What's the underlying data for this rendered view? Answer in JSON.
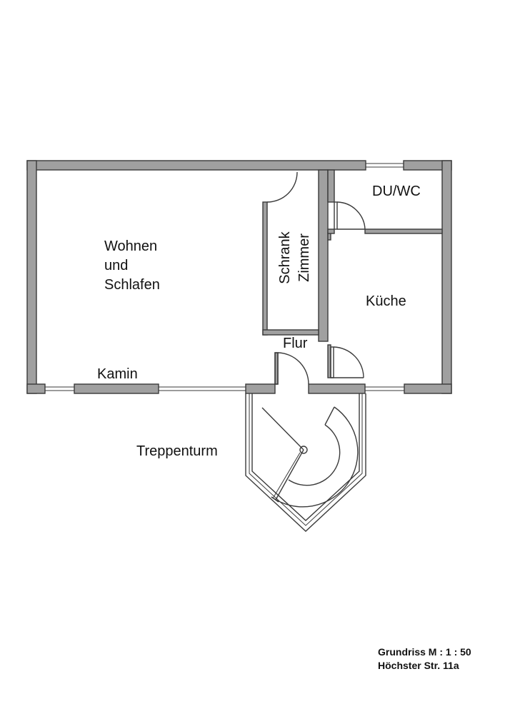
{
  "rooms": {
    "living": [
      "Wohnen",
      "und",
      "Schlafen"
    ],
    "bathroom": "DU/WC",
    "closet": [
      "Schrank",
      "Zimmer"
    ],
    "kitchen": "Küche",
    "hall": "Flur",
    "fireplace": "Kamin",
    "staircase": "Treppenturm"
  },
  "caption": {
    "line1": "Grundriss M : 1 : 50",
    "line2": "Höchster Str. 11a"
  },
  "colors": {
    "wall_fill": "#a0a0a0",
    "line": "#3a3a3a",
    "background": "#ffffff"
  }
}
